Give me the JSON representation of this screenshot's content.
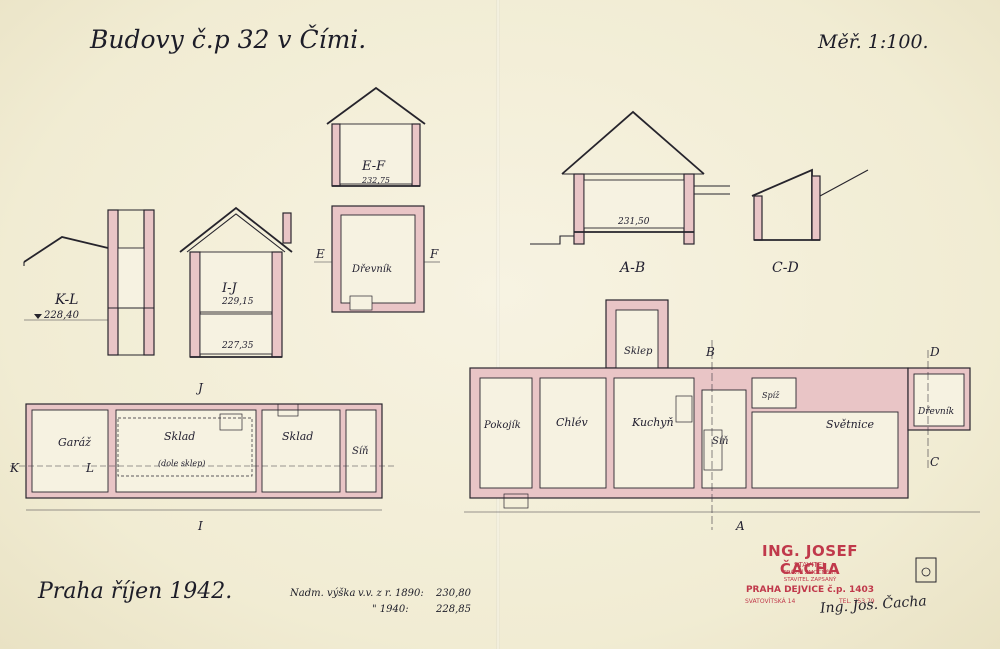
{
  "drawing": {
    "title": "Budovy č.p 32 v Čími.",
    "scale": "Měř. 1:100.",
    "place_date": "Praha říjen 1942.",
    "elevations": {
      "label": "Nadm. výška",
      "row1_prefix": "v.v. z r. 1890:",
      "row1_value": "230,80",
      "row2_prefix": "\" 1940:",
      "row2_value": "228,85"
    }
  },
  "sections": {
    "KL": {
      "label": "K-L",
      "level": "228,40"
    },
    "IJ": {
      "label": "I-J",
      "level_upper": "229,15",
      "level_lower": "227,35"
    },
    "EF": {
      "label": "E-F",
      "level": "232,75",
      "room": "Dřevník",
      "marker_left": "E",
      "marker_right": "F"
    },
    "AB": {
      "label": "A-B",
      "level": "231,50"
    },
    "CD": {
      "label": "C-D"
    }
  },
  "plan_left": {
    "rooms": [
      "Garáž",
      "Sklad",
      "(dole sklep)",
      "Sklad",
      "Síň"
    ],
    "markers": [
      "K",
      "L",
      "I",
      "J"
    ]
  },
  "plan_right": {
    "rooms": [
      "Pokojík",
      "Chlév",
      "Kuchyň",
      "Síň",
      "Spíž",
      "Světnice",
      "Sklep",
      "Dřevník"
    ],
    "markers": [
      "A",
      "B",
      "C",
      "D"
    ]
  },
  "stamp": {
    "name": "ING. JOSEF ČACHA",
    "title": "STAVITEL",
    "line1": "PRÁVNÍ ZMOCNĚNÝ",
    "line2": "STAVITEL ZAPSANÝ",
    "city": "PRAHA DEJVICE č.p. 1403",
    "street": "SVATOVÍTSKÁ 14",
    "phone": "TEL. 753.79"
  },
  "signature": "Ing. Jos. Čacha",
  "colors": {
    "wall_fill": "#e9c5c6",
    "ink": "#26242c",
    "stamp": "#c0394b",
    "paper": "#f3efd9"
  }
}
